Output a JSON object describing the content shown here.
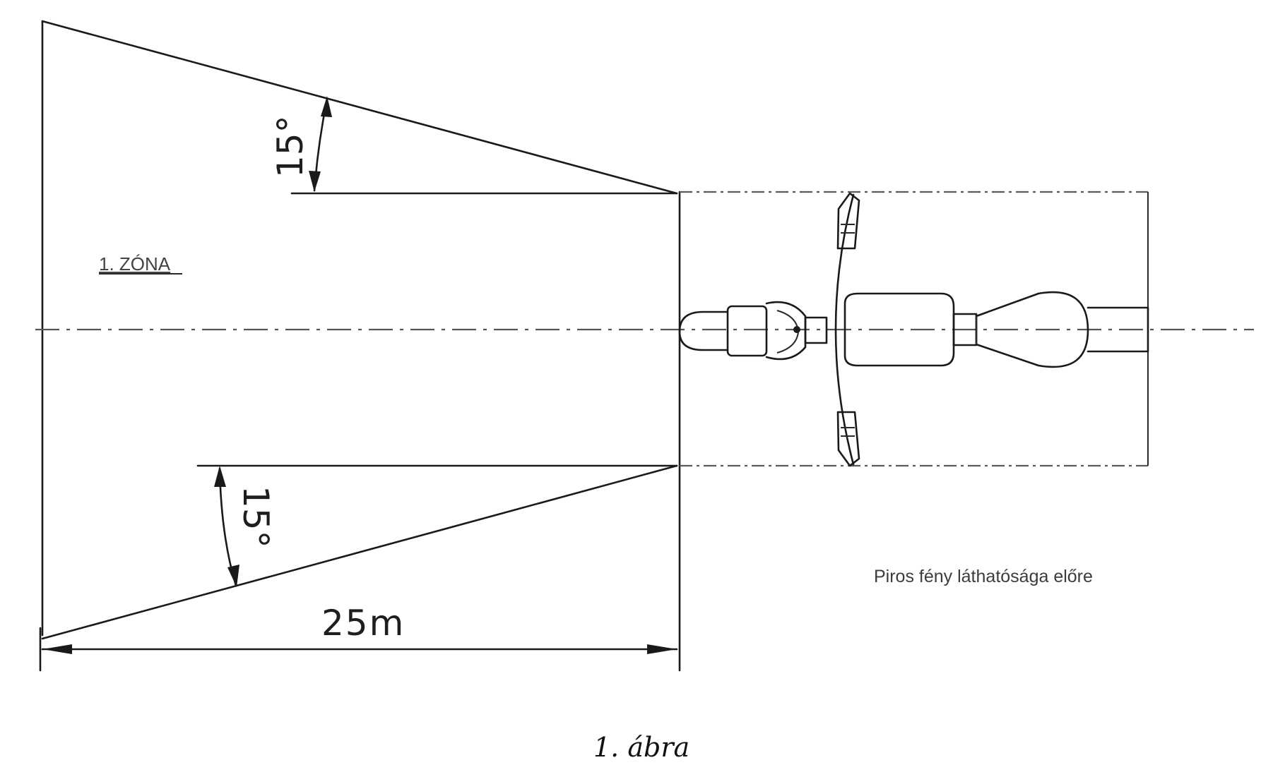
{
  "diagram": {
    "zone_label": "1. ZÓNA",
    "angle_upper": "15°",
    "angle_lower": "15°",
    "distance_label": "25m",
    "note_label": "Piros fény láthatósága előre"
  },
  "caption": "1. ábra"
}
